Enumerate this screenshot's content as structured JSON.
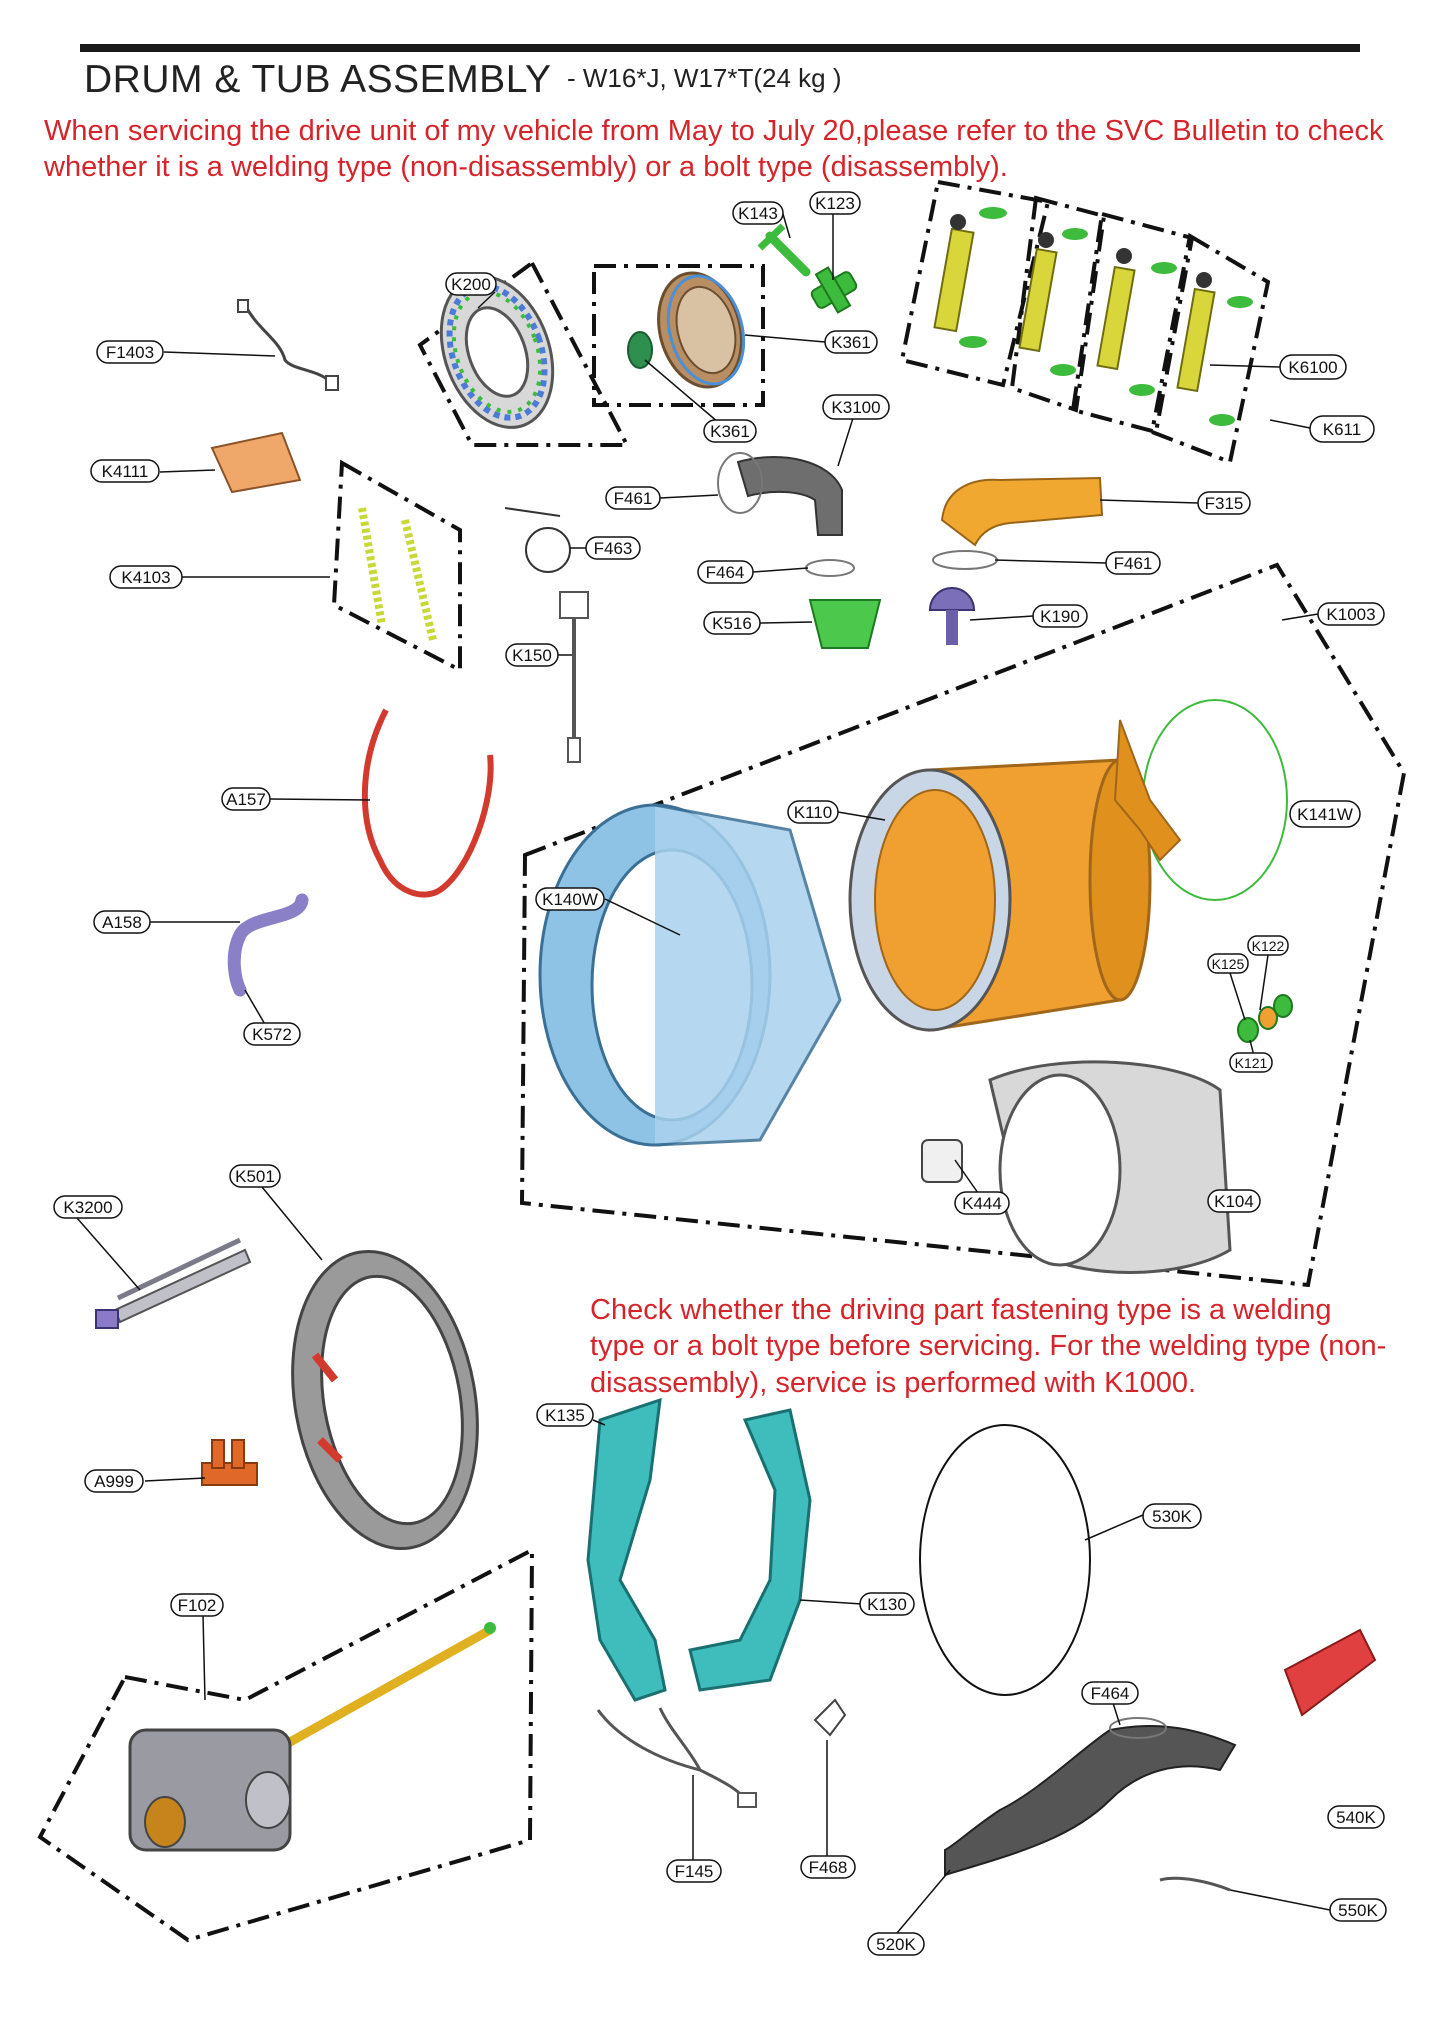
{
  "header": {
    "title": "DRUM & TUB ASSEMBLY",
    "subtitle": "- W16*J, W17*T(24 kg        )"
  },
  "notes": {
    "top": "When servicing the drive unit of my vehicle from May to July 20,please refer to the SVC Bulletin to check whether it is a welding type (non-disassembly) or a bolt type (disassembly).",
    "middle": "Check whether the driving part fastening type is a welding type or a bolt type before servicing. For the welding type (non-disassembly), service is performed with K1000."
  },
  "part_labels": {
    "K143": "K143",
    "K123": "K123",
    "K200": "K200",
    "F1403": "F1403",
    "K361a": "K361",
    "K361b": "K361",
    "K6100": "K6100",
    "K3100": "K3100",
    "K611": "K611",
    "K4111": "K4111",
    "F461a": "F461",
    "F315": "F315",
    "F463": "F463",
    "F464a": "F464",
    "F461b": "F461",
    "K4103": "K4103",
    "K516": "K516",
    "K190": "K190",
    "K1003": "K1003",
    "K150": "K150",
    "A157": "A157",
    "K110": "K110",
    "K141W": "K141W",
    "K140W": "K140W",
    "A158": "A158",
    "K122": "K122",
    "K125": "K125",
    "K572": "K572",
    "K121": "K121",
    "K501": "K501",
    "K3200": "K3200",
    "K444": "K444",
    "K104": "K104",
    "K135": "K135",
    "A999": "A999",
    "530K": "530K",
    "F102": "F102",
    "K130": "K130",
    "F464b": "F464",
    "540K": "540K",
    "F145": "F145",
    "F468": "F468",
    "550K": "550K",
    "520K": "520K"
  },
  "colors": {
    "note_red": "#d6252a",
    "drum_orange": "#f0a030",
    "tub_blue": "#8fc3e6",
    "gasket_teal": "#3fbcbc",
    "damper_yellow": "#d8d63a",
    "fitting_green": "#3dbb3d"
  }
}
